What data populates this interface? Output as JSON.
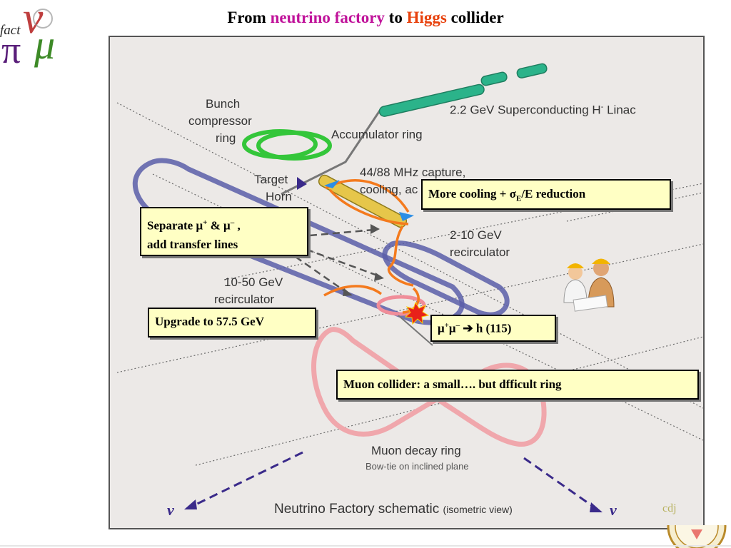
{
  "title": {
    "part1": "From ",
    "neutrino_factory": "neutrino factory",
    "part2": " to ",
    "higgs": "Higgs",
    "part3": " collider"
  },
  "logo": {
    "text_fact": "fact",
    "symbol_pi": "π",
    "symbol_nu": "ν",
    "symbol_mu": "μ"
  },
  "diagram_labels": {
    "bunch": "Bunch",
    "compressor": "compressor",
    "ring": "ring",
    "linac": "2.2 GeV Superconducting H",
    "linac_sup": "-",
    "linac_end": " Linac",
    "accumulator": "Accumulator ring",
    "target": "Target",
    "horn": "Horn",
    "capture1": "44/88 MHz capture,",
    "capture2": "cooling, ac",
    "recirc_2_10_a": "2-10  GeV",
    "recirc_2_10_b": "recirculator",
    "recirc_10_50_a": "10-50  GeV",
    "recirc_10_50_b": "recirculator",
    "decay_ring": "Muon decay ring",
    "bowtie": "Bow-tie on inclined plane",
    "caption_main": "Neutrino Factory schematic ",
    "caption_paren": "(isometric view)",
    "nu_left": "ν",
    "nu_right": "ν",
    "cdj": "cdj"
  },
  "callouts": {
    "cooling": {
      "prefix": "More cooling + ",
      "sigma": "σ",
      "sub": "E",
      "suffix": "/E reduction"
    },
    "separate": {
      "line1a": "Separate μ",
      "sup1": "+",
      "line1b": " & μ",
      "sup2": "–",
      "line1c": " ,",
      "line2": "add transfer lines"
    },
    "upgrade": "Upgrade to 57.5 GeV",
    "higgs": {
      "mu1": "μ",
      "sup1": "+",
      "mu2": "μ",
      "sup2": "–",
      "arrow": " ➔ ",
      "h": "h (115)"
    },
    "collider": "Muon collider: a small….  but dfficult ring"
  },
  "colors": {
    "neutrino_factory": "#c0139a",
    "higgs": "#e8410c",
    "callout_bg": "#ffffc4",
    "linac": "#2bb38a",
    "accumulator": "#34c63a",
    "recirculator": "#5a5ea8",
    "decay_ring": "#f0a7ac",
    "transfer_lines": "#f47a1d"
  }
}
